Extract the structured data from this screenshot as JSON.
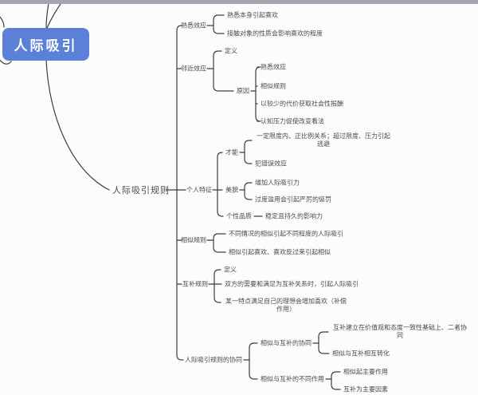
{
  "window": {
    "top_edge": "window-edge"
  },
  "mindmap": {
    "center_topic": "人际吸引",
    "root": "人际吸引规则",
    "branches": [
      {
        "label": "熟悉效应",
        "children": [
          {
            "label": "熟悉本身引起喜欢"
          },
          {
            "label": "接触对象的性质会影响喜欢的程度"
          }
        ]
      },
      {
        "label": "邻近效应",
        "children": [
          {
            "label": "定义"
          },
          {
            "label": "原因",
            "children": [
              {
                "label": "熟悉效应"
              },
              {
                "label": "相似规则"
              },
              {
                "label": "以较少的代价获取社会性报酬"
              },
              {
                "label": "认知压力促使改变看法"
              }
            ]
          }
        ]
      },
      {
        "label": "个人特征",
        "children": [
          {
            "label": "才能",
            "children": [
              {
                "label": "一定限度内、正比例关系；超过限度、压力引起逃避"
              },
              {
                "label": "犯错误效应"
              }
            ]
          },
          {
            "label": "美貌",
            "children": [
              {
                "label": "增加人际吸引力"
              },
              {
                "label": "过度滥用会引起严厉的惩罚"
              }
            ]
          },
          {
            "label": "个性品质",
            "children": [
              {
                "label": "稳定且持久的影响力"
              }
            ]
          }
        ]
      },
      {
        "label": "相似规则",
        "children": [
          {
            "label": "不同情况的相似引起不同程度的人际吸引"
          },
          {
            "label": "相似引起喜欢、喜欢反过来引起相似"
          }
        ]
      },
      {
        "label": "互补规则",
        "children": [
          {
            "label": "定义"
          },
          {
            "label": "双方的需要和满足为互补关系时，引起人际吸引"
          },
          {
            "label": "某一特点满足自己的理想会增加喜欢（补偿作用）"
          }
        ]
      },
      {
        "label": "人际吸引规则的协同",
        "children": [
          {
            "label": "相似与互补的协同",
            "children": [
              {
                "label": "互补建立在价值观和态度一致性基础上、二者协同"
              },
              {
                "label": "相似与互补相互转化"
              }
            ]
          },
          {
            "label": "相似与互补的不同作用",
            "children": [
              {
                "label": "相似起主要作用"
              },
              {
                "label": "互补为主要因素"
              }
            ]
          }
        ]
      }
    ],
    "colors": {
      "topic_bg": "#5b80d8",
      "topic_text": "#ffffff",
      "line": "#3d3d3d",
      "text": "#474b52",
      "background": "#fcfcfc"
    }
  }
}
